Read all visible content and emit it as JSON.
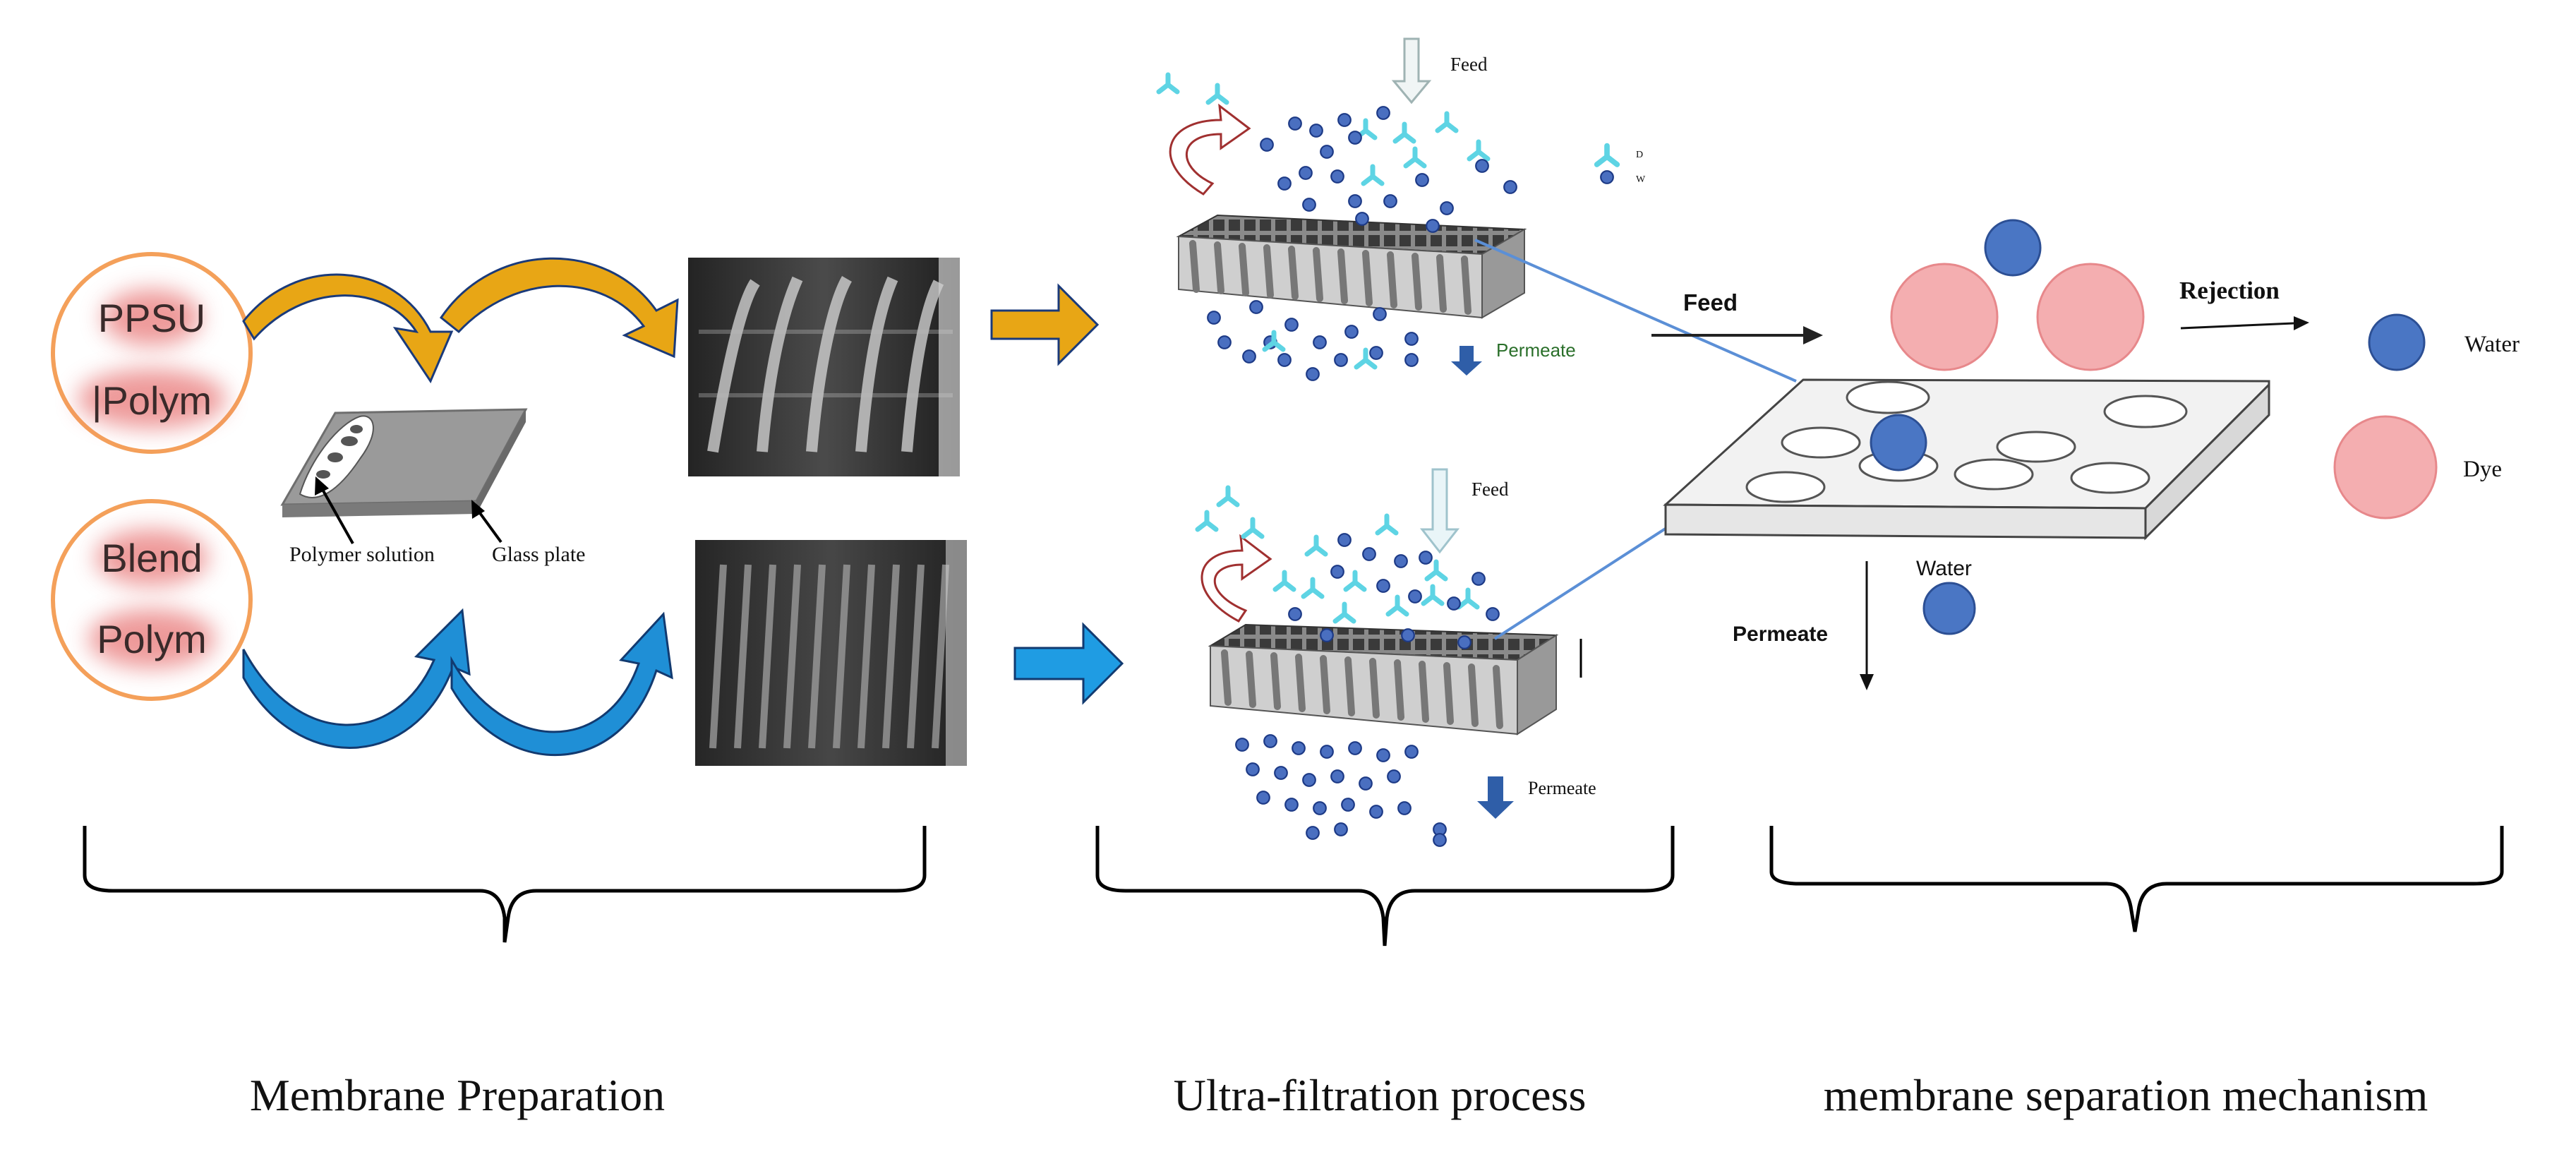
{
  "polymers": {
    "top": {
      "line1": "PPSU",
      "line2": "|Polym"
    },
    "bottom": {
      "line1": "Blend",
      "line2": "Polym"
    }
  },
  "casting": {
    "polymer_solution": "Polymer solution",
    "glass_plate": "Glass plate"
  },
  "ultrafiltration": {
    "top": {
      "feed": "Feed",
      "permeate": "Permeate",
      "legend_dye": "D",
      "legend_water": "W"
    },
    "bottom": {
      "feed": "Feed",
      "permeate": "Permeate"
    }
  },
  "mechanism": {
    "feed": "Feed",
    "rejection": "Rejection",
    "permeate": "Permeate",
    "water_label": "Water",
    "legend_water": "Water",
    "legend_dye": "Dye"
  },
  "stages": {
    "preparation": "Membrane Preparation",
    "ultrafiltration": "Ultra-filtration process",
    "mechanism": "membrane separation mechanism"
  },
  "colors": {
    "orange_border": "#f4a05a",
    "gold_arrow": "#e8a615",
    "blue_arrow": "#1f9ce3",
    "water_blue": "#4472c4",
    "dye_pink": "#f4aeb0",
    "cyan_dye": "#5ed4e4",
    "connector_blue": "#5b8fd6"
  }
}
